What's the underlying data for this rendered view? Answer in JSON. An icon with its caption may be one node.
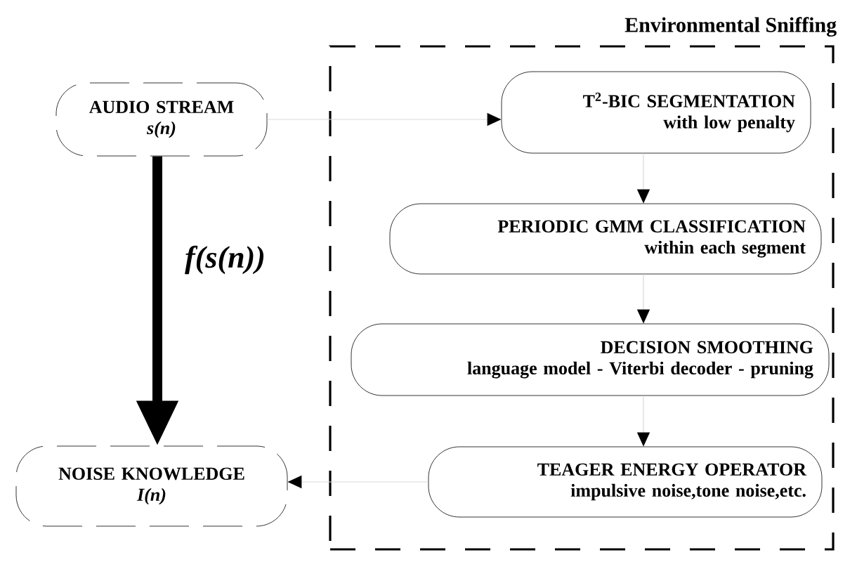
{
  "diagram": {
    "nodes": [
      {
        "text": [
          "Environmental Sniffing"
        ]
      },
      {
        "text": [
          "AUDIO STREAM",
          "s(n)"
        ]
      },
      {
        "text": [
          "T$^{2}$-BIC SEGMENTATION",
          "with low penalty"
        ],
        "in": 0
      },
      {
        "text": [
          "PERIODIC GMM CLASSIFICATION",
          "within each segment"
        ],
        "in": 0
      },
      {
        "text": [
          "DECISION SMOOTHING",
          "language model - Viterbi decoder - pruning"
        ],
        "in": 0
      },
      {
        "text": [
          "TEAGER ENERGY OPERATOR",
          "impulsive noise,tone noise,etc."
        ],
        "in": 0
      },
      {
        "text": [
          "NOISE KNOWLEDGE",
          "I(n)"
        ]
      }
    ],
    "edges": [
      {
        "from": 1,
        "to": 2,
        "arrow": "to"
      },
      {
        "from": 2,
        "to": 3,
        "arrow": "to"
      },
      {
        "from": 3,
        "to": 4,
        "arrow": "to"
      },
      {
        "from": 4,
        "to": 5,
        "arrow": "to"
      },
      {
        "from": 5,
        "to": 6,
        "arrow": "to"
      },
      {
        "from": 1,
        "to": 6,
        "arrow": "to",
        "style": "thick",
        "color": "#000000",
        "label": "f(s(n))"
      }
    ]
  }
}
